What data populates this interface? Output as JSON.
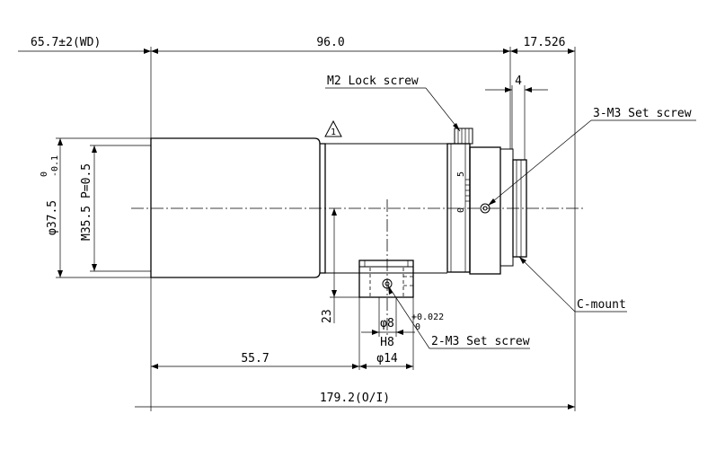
{
  "dimensions": {
    "wd": "65.7±2(WD)",
    "body_length": "96.0",
    "flange": "17.526",
    "ring": "4",
    "total": "179.2(O/I)",
    "mount_offset": "55.7",
    "height": "23",
    "hole": "φ8",
    "hole_fit": "H8",
    "hole_tol_upper": "+0.022",
    "hole_tol_lower": "0",
    "block_width": "φ14",
    "outer_dia": "φ37.5",
    "outer_dia_tol_upper": "0",
    "outer_dia_tol_lower": "-0.1",
    "thread": "M35.5 P=0.5"
  },
  "callouts": {
    "lock_screw": "M2 Lock screw",
    "set_screw_3": "3-M3 Set screw",
    "set_screw_2": "2-M3 Set screw",
    "mount": "C-mount",
    "revision_mark": "1"
  },
  "ring_scale": {
    "upper": "5",
    "lower": "0"
  }
}
